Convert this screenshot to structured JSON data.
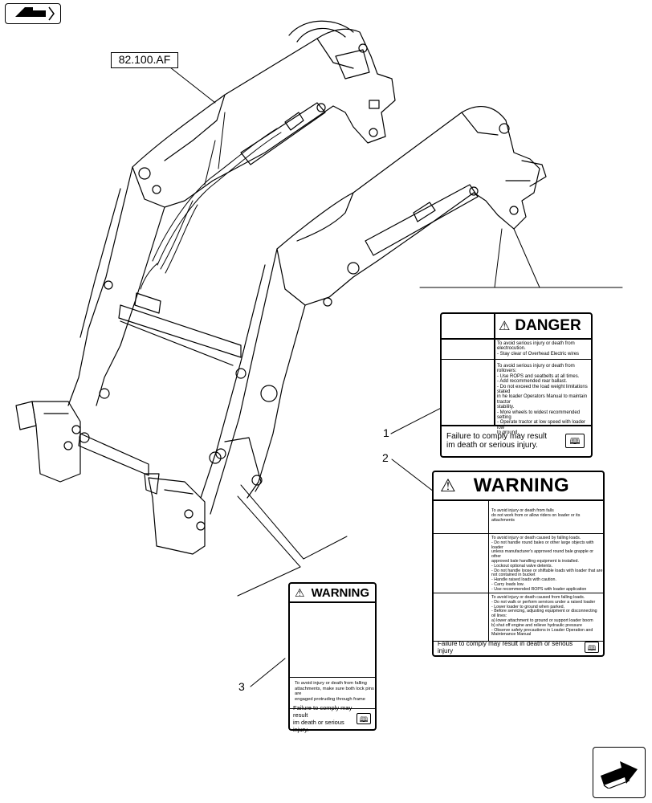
{
  "page_ref": "82.100.AF",
  "callouts": [
    "1",
    "2",
    "3"
  ],
  "icons": {
    "top_nav": "back-arrow-icon",
    "bottom_nav": "forward-arrow-icon",
    "warning_symbol": "warning-triangle-icon",
    "manual": "operator-manual-book-icon"
  },
  "danger_label": {
    "header": "DANGER",
    "section1": "To avoid serious injury or death from\nelectrocution.\n- Stay clear of Overhead Electric wires",
    "section2": "To avoid serious injury or death from rollovers:\n- Use ROPS and seatbelts at all times.\n- Add recommended rear ballast.\n- Do not exceed the load weight limitations stated\nin he loader Operators Manual to maintain tractor\nstability.\n- More wheels to widest recommended setting\n- Operate tractor at low speed with loader low\nto ground.",
    "footer": "Failure to comply may result\nim death or serious injury."
  },
  "warning_label_2": {
    "header": "WARNING",
    "section1": "To avoid injury or death from falls\ndo not work from or allow riders on loader or its attachments",
    "section2": "To avoid injury or death caused by falling loads.\n- Do not handle round bales or other large objects with loader\nunless manufacturer's approved round bale grapple or other\napproved bale handling equipment is installed.\n- Lockout optional valve detents.\n- Do not handle loose or shiftable loads with loader that are\nnot contained in bucket\n- Handle raised loads with caution.\n- Carry loads low.\n- Use recommended ROPS with loader application",
    "section3": "To avoid injury or death caused from falling loads.\n- Do not walk or perform services under a raised loader\n- Lower loader to ground when parked.\n- Before servicing, adjusting equipment or disconnecting\noil lines:\n  a) lower attachment to ground or support loader boom\n  b) shut off engine and relieve hydraulic pressure\n- Observe safety precautions in Loader Operation and\nMaintenance Manual",
    "footer": "Failure to comply may result in death or serious injury"
  },
  "warning_label_3": {
    "header": "WARNING",
    "section1": "To avoid injury or death from falling\nattachments, make sure both lock pins are\nengaged protruding through frame",
    "footer": "Failure to comply may result\nim death or serious injury."
  }
}
